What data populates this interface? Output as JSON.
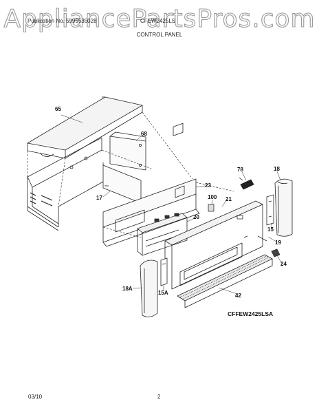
{
  "watermark": "AppliancePartsPros.com",
  "header": {
    "left": "Publication No. 5995535028",
    "right": "CFEW2425LS",
    "title": "CONTROL PANEL"
  },
  "parts": [
    {
      "ref": "65"
    },
    {
      "ref": "68"
    },
    {
      "ref": "17"
    },
    {
      "ref": "23"
    },
    {
      "ref": "78"
    },
    {
      "ref": "18"
    },
    {
      "ref": "100"
    },
    {
      "ref": "21"
    },
    {
      "ref": "20"
    },
    {
      "ref": "15"
    },
    {
      "ref": "19"
    },
    {
      "ref": "24"
    },
    {
      "ref": "18A"
    },
    {
      "ref": "15A"
    },
    {
      "ref": "42"
    }
  ],
  "model_code": "CFFEW2425LSA",
  "footer": {
    "date": "03/10",
    "page": "2"
  }
}
